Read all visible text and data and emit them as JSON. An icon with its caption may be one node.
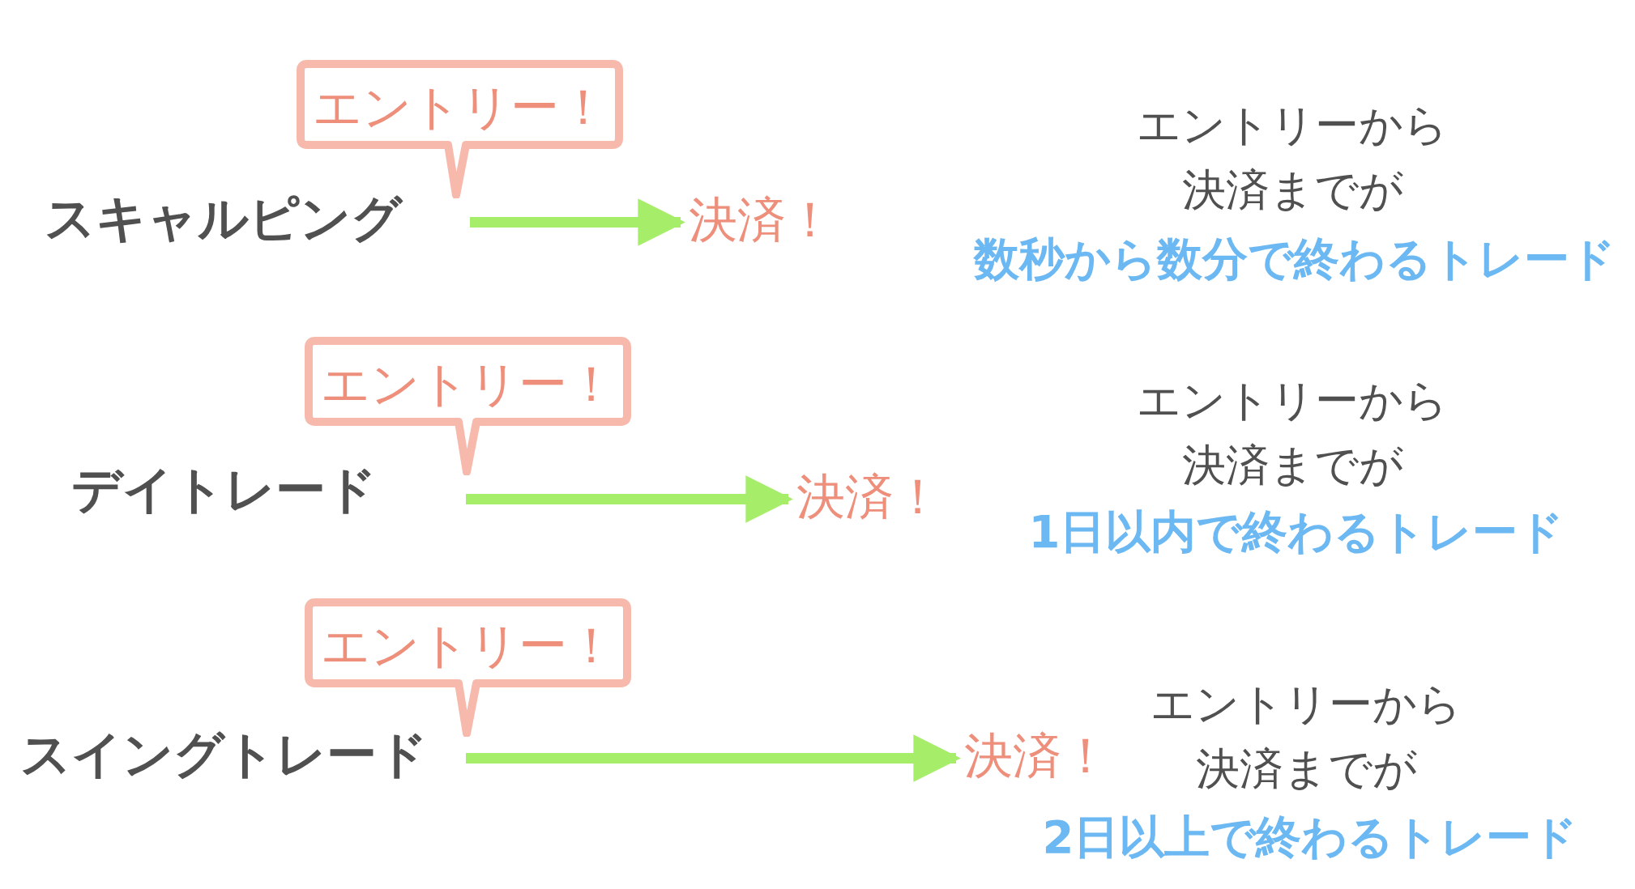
{
  "diagram": {
    "nodes": [
      {
        "text": [
          "エントリー！"
        ]
      },
      {
        "text": [
          "決済！"
        ]
      },
      {
        "text": [
          "エントリー！"
        ]
      },
      {
        "text": [
          "決済！"
        ]
      },
      {
        "text": [
          "エントリー！"
        ]
      },
      {
        "text": [
          "決済！"
        ]
      }
    ],
    "edges": [
      {
        "from": null,
        "to": 1,
        "arrow": "to"
      },
      {
        "from": null,
        "to": 3,
        "arrow": "to"
      },
      {
        "from": null,
        "to": 5,
        "arrow": "to"
      }
    ],
    "labels": [
      "スキャルピング",
      "エントリーから決済までが",
      "数秒から数分で終わるトレード",
      "デイトレード",
      "エントリーから決済までが",
      "1日以内で終わるトレード",
      "スイングトレード",
      "エントリーから決済までが",
      "2日以上で終わるトレード"
    ]
  }
}
